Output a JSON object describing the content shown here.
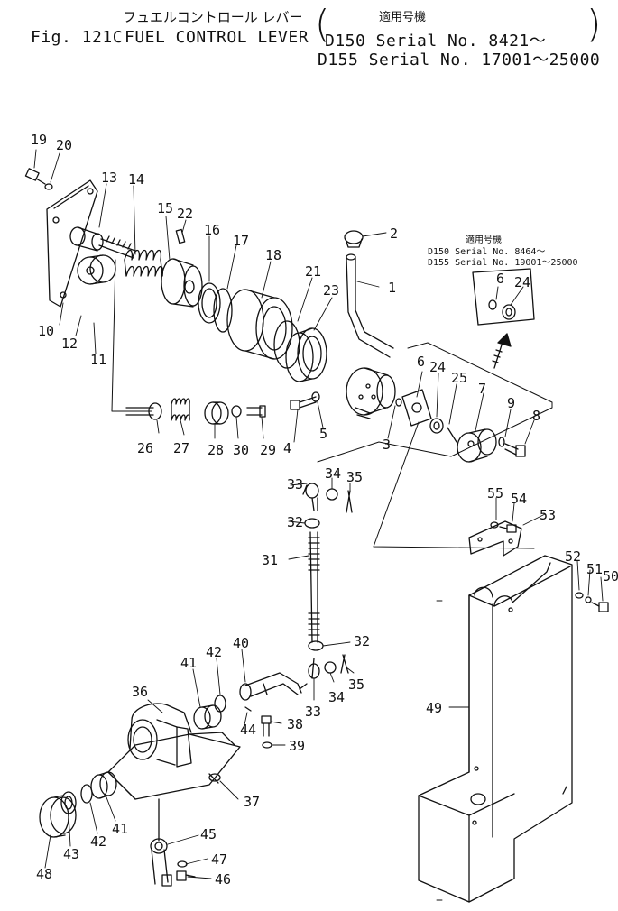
{
  "header": {
    "title_jp": "フュエルコントロール レバー",
    "title_jp_suffix": "適用号機",
    "fig_label": "Fig. 121C",
    "title_en": "FUEL  CONTROL LEVER",
    "serial_line_1": "D150 Serial No. 8421～",
    "serial_line_2": "D155 Serial No. 17001～25000"
  },
  "inset": {
    "heading": "適用号機",
    "line_1": "D150  Serial No. 8464～",
    "line_2": "D155  Serial No. 19001～25000",
    "parts": [
      "6",
      "24"
    ]
  },
  "callouts": [
    "1",
    "2",
    "3",
    "4",
    "5",
    "6",
    "7",
    "8",
    "9",
    "10",
    "11",
    "12",
    "13",
    "14",
    "15",
    "16",
    "17",
    "18",
    "19",
    "20",
    "21",
    "22",
    "23",
    "24",
    "25",
    "26",
    "27",
    "28",
    "29",
    "30",
    "31",
    "32",
    "33",
    "34",
    "35",
    "36",
    "37",
    "38",
    "39",
    "40",
    "41",
    "42",
    "43",
    "44",
    "45",
    "46",
    "47",
    "48",
    "49",
    "50",
    "51",
    "52",
    "53",
    "54",
    "55"
  ]
}
